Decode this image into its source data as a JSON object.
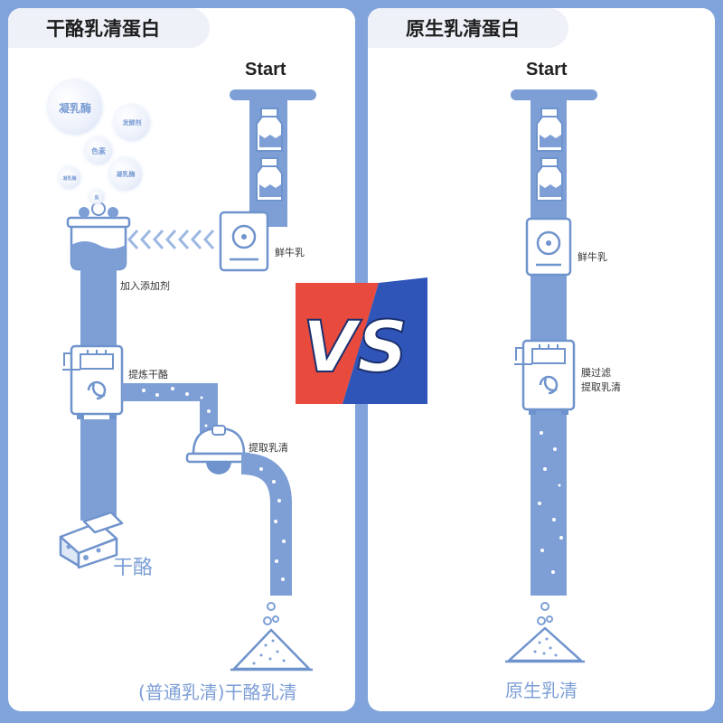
{
  "left_panel": {
    "title": "干酪乳清蛋白",
    "start_label": "Start",
    "additives": [
      "凝乳酶",
      "发酵剂",
      "色素",
      "凝乳酶",
      "凝乳酶",
      "盐"
    ],
    "steps": {
      "fresh_milk": "鲜牛乳",
      "add_additive": "加入添加剂",
      "refine_cheese": "提炼干酪",
      "extract_whey": "提取乳清"
    },
    "cheese_label": "干酪",
    "result_label": "(普通乳清)干酪乳清"
  },
  "right_panel": {
    "title": "原生乳清蛋白",
    "start_label": "Start",
    "steps": {
      "fresh_milk": "鲜牛乳",
      "membrane_line1": "膜过滤",
      "membrane_line2": "提取乳清"
    },
    "result_label": "原生乳清"
  },
  "vs_badge": {
    "letters": "VS"
  },
  "colors": {
    "background": "#7fa3da",
    "pipe": "#7d9fd6",
    "outline": "#6f93cc",
    "vs_red": "#e84a3d",
    "vs_blue": "#2f55b9"
  }
}
